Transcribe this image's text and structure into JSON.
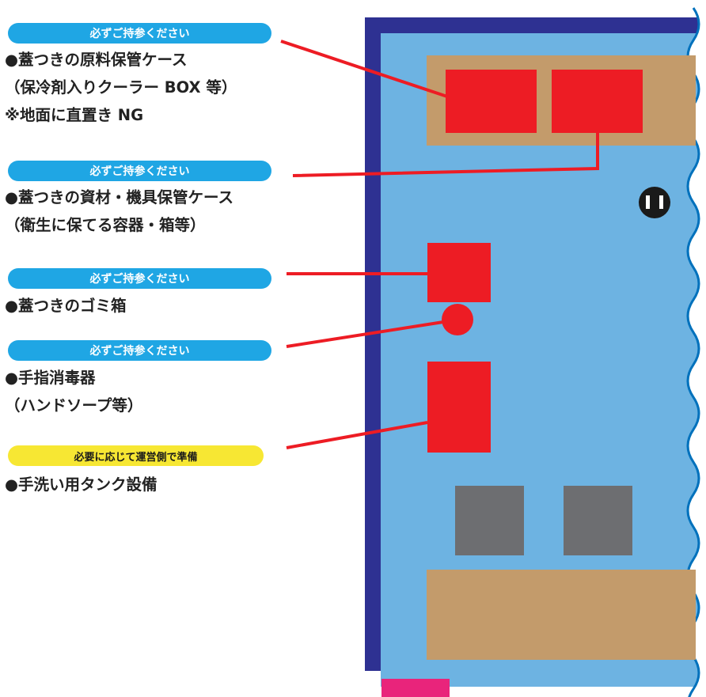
{
  "colors": {
    "badge_blue": "#1fa6e4",
    "badge_yellow": "#f7e733",
    "booth_border": "#2e3192",
    "booth_floor": "#6db3e2",
    "table": "#c39b6b",
    "required_item": "#ed1c24",
    "equipment": "#6d6e71",
    "connector_line": "#ed1c24",
    "accent_bar": "#e9247b",
    "wave_line": "#0071bc"
  },
  "items": [
    {
      "badge": "必ずご持参ください",
      "lines": [
        "●蓋つきの原料保管ケース",
        "（保冷剤入りクーラー BOX 等）",
        "※地面に直置き NG"
      ]
    },
    {
      "badge": "必ずご持参ください",
      "lines": [
        "●蓋つきの資材・機具保管ケース",
        "（衛生に保てる容器・箱等）"
      ]
    },
    {
      "badge": "必ずご持参ください",
      "lines": [
        "●蓋つきのゴミ箱"
      ]
    },
    {
      "badge": "必ずご持参ください",
      "lines": [
        "●手指消毒器",
        "（ハンドソープ等）"
      ]
    },
    {
      "badge": "必要に応じて運営側で準備",
      "lines": [
        "●手洗い用タンク設備"
      ]
    }
  ],
  "layout_icons": {
    "outlet": "power-outlet-icon"
  }
}
